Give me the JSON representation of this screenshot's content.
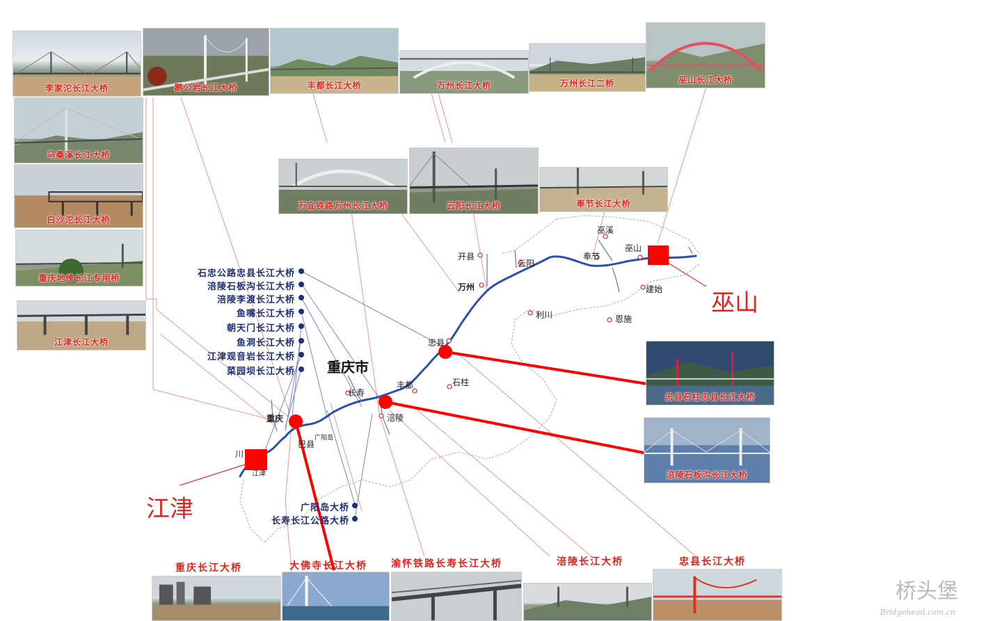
{
  "photos_top": [
    {
      "caption": "李家沱长江大桥"
    },
    {
      "caption": "鹅公岩长江大桥"
    },
    {
      "caption": "丰都长江大桥"
    },
    {
      "caption": "万州长江大桥"
    },
    {
      "caption": "万州长江二桥"
    },
    {
      "caption": "巫山长江大桥"
    }
  ],
  "photos_left": [
    {
      "caption": "马桑溪长江大桥"
    },
    {
      "caption": "白沙沱长江大桥"
    },
    {
      "caption": "重庆地维长江专用桥"
    },
    {
      "caption": "江津长江大桥"
    }
  ],
  "photos_mid": [
    {
      "caption": "万宜铁路万州长江大桥"
    },
    {
      "caption": "云阳长江大桥"
    },
    {
      "caption": "奉节长江大桥"
    }
  ],
  "photos_right": [
    {
      "caption": "忠县石柱忠县长江大桥"
    },
    {
      "caption": "涪陵石板沟长江大桥"
    }
  ],
  "photos_bottom_labels": [
    "重庆长江大桥",
    "大佛寺长江大桥",
    "渝怀铁路长寿长江大桥",
    "涪陵长江大桥",
    "忠县长江大桥"
  ],
  "bridge_list": [
    "石忠公路忠县长江大桥",
    "涪陵石板沟长江大桥",
    "涪陵李渡长江大桥",
    "鱼嘴长江大桥",
    "朝天门长江大桥",
    "鱼洞长江大桥",
    "江津观音岩长江大桥",
    "菜园坝长江大桥"
  ],
  "bridge_list_lower": [
    "广阳岛大桥",
    "长寿长江公路大桥"
  ],
  "cities": {
    "chongqing_city": "重庆市",
    "chongqing": "重庆",
    "changshou": "长寿",
    "fuling": "涪陵",
    "fengdu": "丰都",
    "zhongxian": "忠县",
    "shizhu": "石柱",
    "wanzhou": "万州",
    "kaixian": "开县",
    "yunyang": "云阳",
    "fengjie": "奉节",
    "wushan": "巫山",
    "wuxi": "巫溪",
    "jianshi": "建始",
    "enshi": "恩施",
    "lichuan": "利川",
    "baxian": "巴县",
    "guangyangba": "广阳岛",
    "chuan": "川",
    "jiangjin": "江津"
  },
  "callouts": {
    "wushan": "巫山",
    "jiangjin": "江津"
  },
  "watermark": {
    "cn": "桥头堡",
    "en": "Bridgehead.com.cn"
  },
  "colors": {
    "river": "#2a4fb0",
    "highlight": "#ff0000",
    "label": "#e0231b",
    "list": "#1d2f78"
  }
}
